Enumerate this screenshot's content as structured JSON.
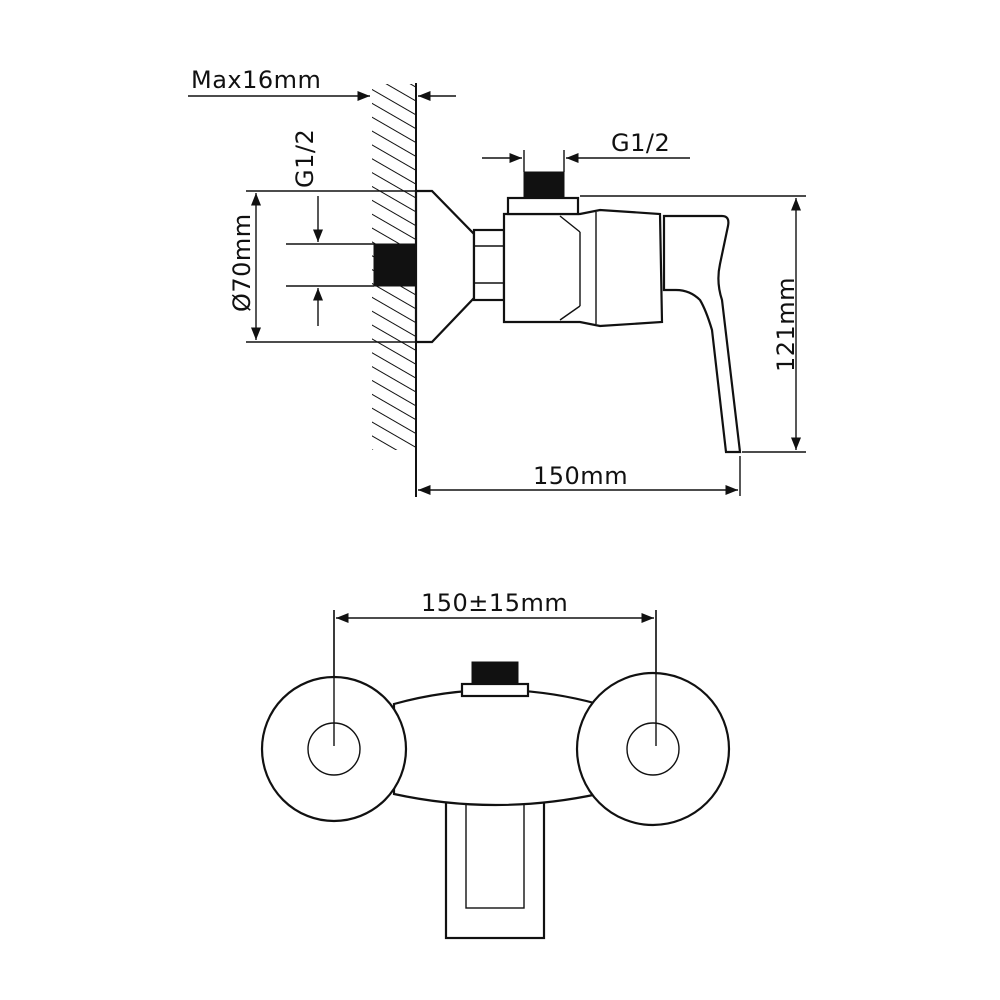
{
  "side_view": {
    "wall_thickness_label": "Max16mm",
    "wall_thread_label": "G1/2",
    "escutcheon_diameter_label": "Ø70mm",
    "outlet_thread_label": "G1/2",
    "height_label": "121mm",
    "depth_label": "150mm"
  },
  "front_view": {
    "centre_distance_label": "150±15mm"
  },
  "colors": {
    "line": "#111111",
    "background": "#ffffff"
  }
}
